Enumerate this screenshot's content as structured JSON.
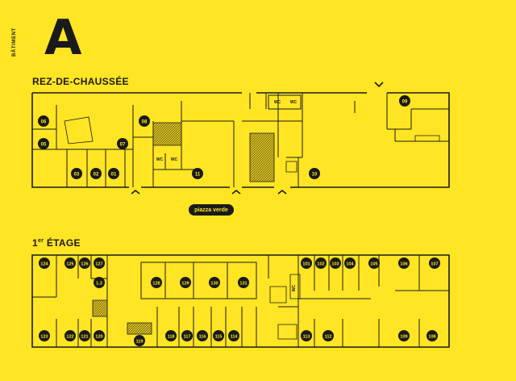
{
  "building": {
    "label": "BÂTIMENT",
    "letter": "A"
  },
  "floors": {
    "ground": {
      "title": "REZ-DE-CHAUSSÉE",
      "plaza": "piazza verde",
      "wc_label": "WC",
      "rooms": [
        "06",
        "05",
        "08",
        "07",
        "03",
        "02",
        "01",
        "11",
        "10",
        "09"
      ]
    },
    "first": {
      "title": "1",
      "title_sup": "er",
      "title_rest": " ÉTAGE",
      "wc_label": "WC",
      "rooms": [
        "124",
        "125",
        "126",
        "127",
        "1.3",
        "128",
        "129",
        "130",
        "131",
        "101",
        "102",
        "103",
        "104",
        "105",
        "106",
        "107",
        "123",
        "122",
        "121",
        "120",
        "119",
        "118",
        "117",
        "116",
        "115",
        "114",
        "113",
        "112",
        "109",
        "108"
      ]
    }
  },
  "colors": {
    "background": "#ffe523",
    "ink": "#1a1a1a",
    "hatch": "#c9b21c"
  }
}
